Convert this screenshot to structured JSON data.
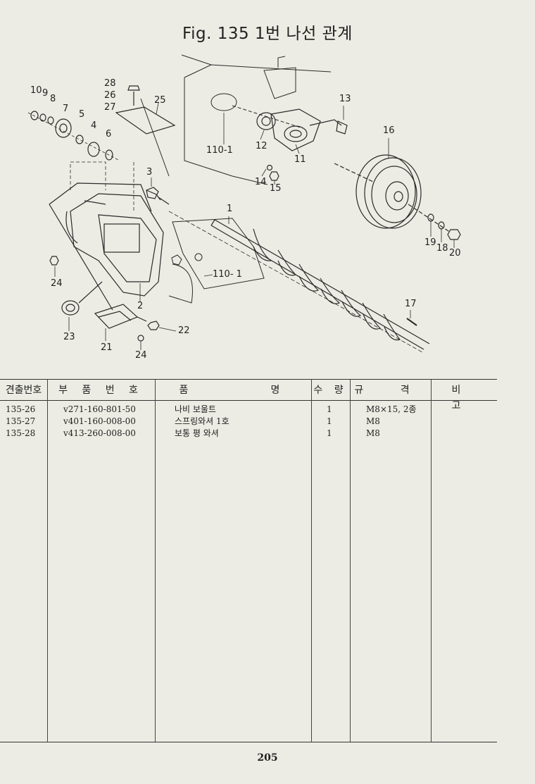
{
  "figure": {
    "title": "Fig. 135   1번 나선 관계",
    "callouts": {
      "c1": "1",
      "c2": "2",
      "c3": "3",
      "c4": "4",
      "c5": "5",
      "c6": "6",
      "c7": "7",
      "c8": "8",
      "c9": "9",
      "c10": "10",
      "c11": "11",
      "c12": "12",
      "c13": "13",
      "c14": "14",
      "c15": "15",
      "c16": "16",
      "c17": "17",
      "c18": "18",
      "c19": "19",
      "c20": "20",
      "c21": "21",
      "c22": "22",
      "c23": "23",
      "c24a": "24",
      "c24b": "24",
      "c25": "25",
      "c26": "26",
      "c27": "27",
      "c28": "28",
      "c110a": "110-1",
      "c110b": "110- 1"
    }
  },
  "table": {
    "headers": {
      "index_no": "견출번호",
      "part_no": "부 품 번 호",
      "part_name_a": "품",
      "part_name_b": "명",
      "qty": "수 량",
      "spec": "규 격",
      "remarks": "비 고"
    },
    "rows": [
      {
        "index": "135-26",
        "part_no": "v271-160-801-50",
        "name": "나비 보울트",
        "qty": "1",
        "spec": "M8×15, 2종",
        "remarks": ""
      },
      {
        "index": "135-27",
        "part_no": "v401-160-008-00",
        "name": "스프링와셔 1호",
        "qty": "1",
        "spec": "M8",
        "remarks": ""
      },
      {
        "index": "135-28",
        "part_no": "v413-260-008-00",
        "name": "보통 평 와셔",
        "qty": "1",
        "spec": "M8",
        "remarks": ""
      }
    ]
  },
  "page_number": "205"
}
